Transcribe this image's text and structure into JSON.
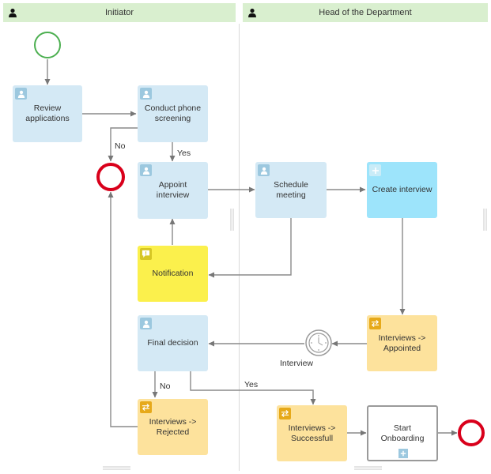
{
  "lanes": [
    {
      "title": "Initiator"
    },
    {
      "title": "Head of the Department"
    }
  ],
  "tasks": {
    "review": "Review applications",
    "phone": "Conduct phone screening",
    "appoint": "Appoint interview",
    "schedule": "Schedule meeting",
    "create": "Create interview",
    "notification": "Notification",
    "final": "Final decision",
    "appointed": "Interviews -> Appointed",
    "rejected": "Interviews -> Rejected",
    "successful": "Interviews -> Successfull",
    "onboarding": "Start Onboarding"
  },
  "labels": {
    "yes1": "Yes",
    "no1": "No",
    "no2": "No",
    "yes2": "Yes",
    "timer": "Interview"
  },
  "colors": {
    "lane_header": "#d9efcf",
    "user_task": "#d4e9f5",
    "service_task": "#9de4fb",
    "notification_task": "#fbf04c",
    "script_task": "#fde29c",
    "start_event": "#4caf50",
    "end_event": "#d9001b"
  }
}
